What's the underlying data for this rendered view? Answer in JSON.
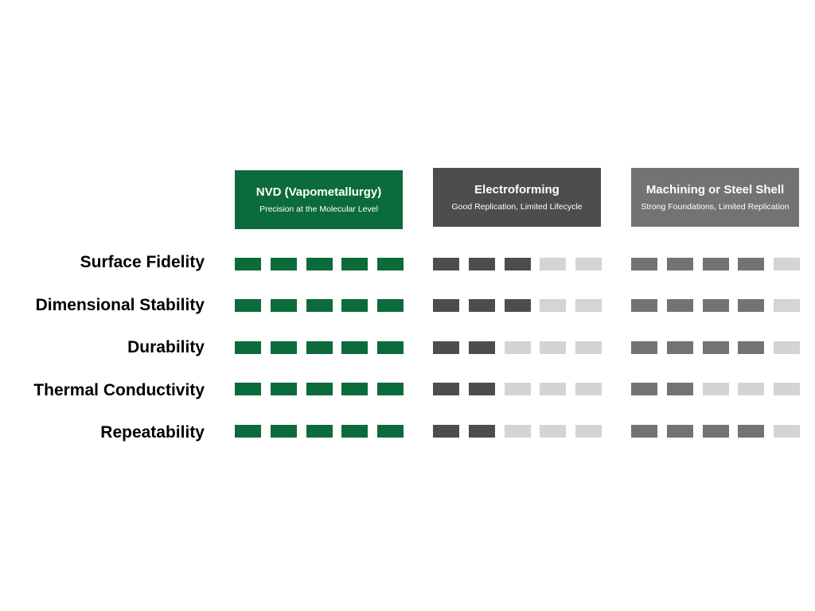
{
  "colors": {
    "filled": [
      "#0b6b3a",
      "#4d4d4d",
      "#737373"
    ],
    "empty": "#d4d4d4"
  },
  "columns": [
    {
      "title": "NVD (Vapometallurgy)",
      "subtitle": "Precision at the Molecular Level",
      "header_color": "#0b6b3a"
    },
    {
      "title": "Electroforming",
      "subtitle": "Good Replication, Limited Lifecycle",
      "header_color": "#4d4d4d"
    },
    {
      "title": "Machining or Steel Shell",
      "subtitle": "Strong Foundations, Limited Replication",
      "header_color": "#737373"
    }
  ],
  "rows": [
    {
      "label": "Surface Fidelity",
      "scores": [
        5,
        3,
        4
      ]
    },
    {
      "label": "Dimensional Stability",
      "scores": [
        5,
        3,
        4
      ]
    },
    {
      "label": "Durability",
      "scores": [
        5,
        2,
        4
      ]
    },
    {
      "label": "Thermal Conductivity",
      "scores": [
        5,
        2,
        2
      ]
    },
    {
      "label": "Repeatability",
      "scores": [
        5,
        2,
        4
      ]
    }
  ],
  "max_score": 5
}
